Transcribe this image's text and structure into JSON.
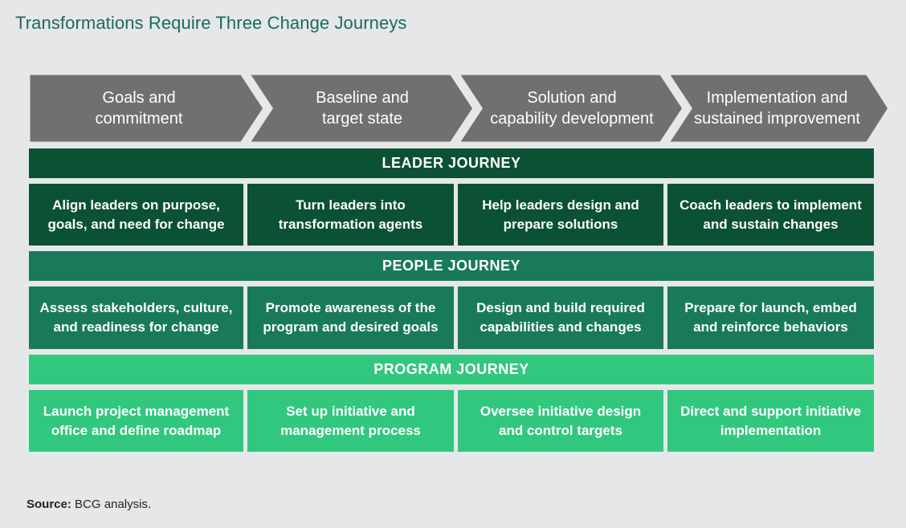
{
  "title": "Transformations Require Three Change Journeys",
  "colors": {
    "phase": "#707070",
    "leader": "#0b5133",
    "people": "#197a5b",
    "program": "#32c77f",
    "title": "#1d6a5a"
  },
  "phases": [
    {
      "line1": "Goals and",
      "line2": "commitment"
    },
    {
      "line1": "Baseline and",
      "line2": "target state"
    },
    {
      "line1": "Solution and",
      "line2": "capability development"
    },
    {
      "line1": "Implementation and",
      "line2": "sustained improvement"
    }
  ],
  "journeys": [
    {
      "label": "LEADER JOURNEY",
      "cells": [
        {
          "line1": "Align leaders on purpose,",
          "line2": "goals, and need for change"
        },
        {
          "line1": "Turn leaders into",
          "line2": "transformation agents"
        },
        {
          "line1": "Help leaders design and",
          "line2": "prepare solutions"
        },
        {
          "line1": "Coach leaders to implement",
          "line2": "and sustain changes"
        }
      ]
    },
    {
      "label": "PEOPLE JOURNEY",
      "cells": [
        {
          "line1": "Assess stakeholders, culture,",
          "line2": "and readiness for change"
        },
        {
          "line1": "Promote awareness of the",
          "line2": "program and desired goals"
        },
        {
          "line1": "Design and build required",
          "line2": "capabilities and changes"
        },
        {
          "line1": "Prepare for launch, embed",
          "line2": "and reinforce behaviors"
        }
      ]
    },
    {
      "label": "PROGRAM JOURNEY",
      "cells": [
        {
          "line1": "Launch project management",
          "line2": "office and define roadmap"
        },
        {
          "line1": "Set up initiative and",
          "line2": "management process"
        },
        {
          "line1": "Oversee initiative design",
          "line2": "and control targets"
        },
        {
          "line1": "Direct and support initiative",
          "line2": "implementation"
        }
      ]
    }
  ],
  "source": {
    "label": "Source:",
    "text": "BCG analysis."
  }
}
